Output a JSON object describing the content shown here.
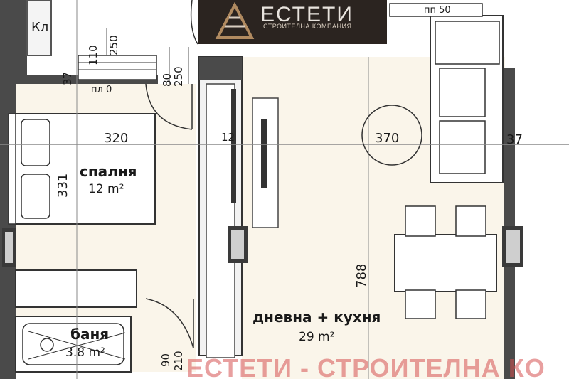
{
  "logo": {
    "word": "ЕСТЕТИ",
    "subtitle": "СТРОИТЕЛНА КОМПАНИЯ",
    "background": "#2b2420",
    "text_color": "#e9e4de"
  },
  "watermark": {
    "text": "ЕСТЕТИ - СТРОИТЕЛНА КО",
    "color": "#d65050"
  },
  "rooms": {
    "bedroom": {
      "name": "спалня",
      "area": "12 m²"
    },
    "living": {
      "name": "дневна + кухня",
      "area": "29 m²"
    },
    "bathroom": {
      "name": "баня",
      "area": "3.8 m²"
    }
  },
  "labels": {
    "closet": "Кл",
    "floor_level_top": "пл 0",
    "floor_level_right": "пп 50"
  },
  "dimensions": {
    "d110": "110",
    "d250_top": "250",
    "d80": "80",
    "d250_mid": "250",
    "d37_left": "37",
    "d320": "320",
    "d12": "12",
    "d370": "370",
    "d37_right": "37",
    "d331": "331",
    "d788": "788",
    "d90": "90",
    "d210": "210"
  },
  "colors": {
    "wall": "#3a3a3a",
    "floor": "#faf5ea",
    "line": "#555555",
    "grid": "#8a8a8a"
  }
}
